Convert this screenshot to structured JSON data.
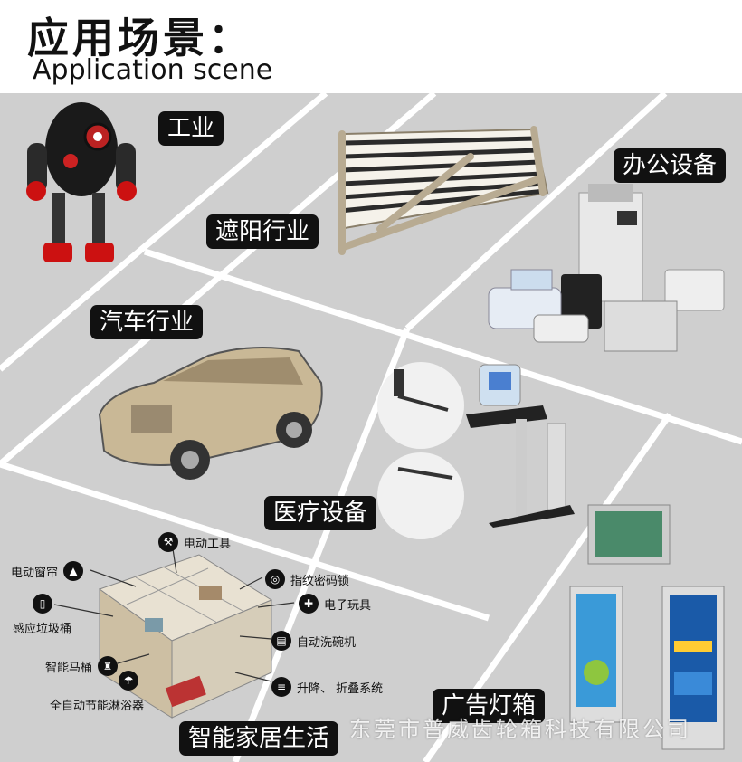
{
  "header": {
    "title_zh": "应用场景：",
    "title_en": "Application scene"
  },
  "sections": {
    "industry": "工业",
    "sunshade": "遮阳行业",
    "office": "办公设备",
    "automotive": "汽车行业",
    "medical": "医疗设备",
    "smart_home": "智能家居生活",
    "advertising": "广告灯箱"
  },
  "smart_home_items": {
    "power_tools": "电动工具",
    "electric_curtain": "电动窗帘",
    "fingerprint_lock": "指纹密码锁",
    "electronic_toys": "电子玩具",
    "sensor_trash": "感应垃圾桶",
    "dishwasher": "自动洗碗机",
    "smart_toilet": "智能马桶",
    "lift_fold": "升降、 折叠系统",
    "auto_shower": "全自动节能淋浴器"
  },
  "watermark": "东莞市普威齿轮箱科技有限公司",
  "icons": [
    "drill-icon",
    "curtain-icon",
    "fingerprint-icon",
    "gamepad-icon",
    "trash-icon",
    "dishwasher-icon",
    "toilet-icon",
    "shower-icon",
    "lift-icon"
  ]
}
